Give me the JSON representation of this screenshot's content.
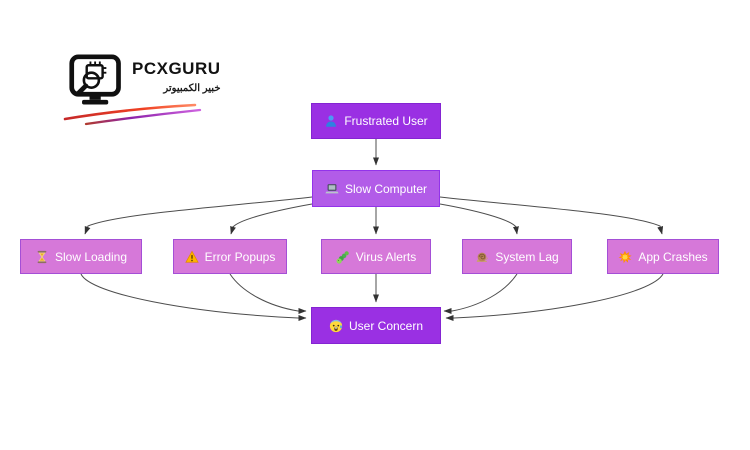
{
  "logo": {
    "brand": "PCXGURU",
    "tagline_ar": "خبير الكمبيوتر",
    "icon": "computer-monitor-chip-magnifier-icon",
    "swoosh_colors": [
      "#d93a2b",
      "#8e24aa"
    ]
  },
  "diagram": {
    "type": "flowchart",
    "direction": "top-down",
    "edge_color": "#4d4d4d",
    "node_colors": {
      "primary_fill": "#9a30e3",
      "primary_border": "#8424d2",
      "secondary_fill": "#b25ce8",
      "secondary_border": "#9333ea",
      "cause_fill": "#d678d9",
      "cause_border": "#a44fd6"
    },
    "nodes": [
      {
        "id": "frustrated-user",
        "label": "Frustrated User",
        "icon": "person-icon",
        "row": "top"
      },
      {
        "id": "slow-computer",
        "label": "Slow Computer",
        "icon": "laptop-icon",
        "row": "second"
      },
      {
        "id": "slow-loading",
        "label": "Slow Loading",
        "icon": "hourglass-icon",
        "row": "causes"
      },
      {
        "id": "error-popups",
        "label": "Error Popups",
        "icon": "warning-icon",
        "row": "causes"
      },
      {
        "id": "virus-alerts",
        "label": "Virus Alerts",
        "icon": "bug-icon",
        "row": "causes"
      },
      {
        "id": "system-lag",
        "label": "System Lag",
        "icon": "snail-icon",
        "row": "causes"
      },
      {
        "id": "app-crashes",
        "label": "App Crashes",
        "icon": "collision-icon",
        "row": "causes"
      },
      {
        "id": "user-concern",
        "label": "User Concern",
        "icon": "anxious-face-icon",
        "row": "bottom"
      }
    ],
    "edges": [
      {
        "from": "frustrated-user",
        "to": "slow-computer"
      },
      {
        "from": "slow-computer",
        "to": "slow-loading"
      },
      {
        "from": "slow-computer",
        "to": "error-popups"
      },
      {
        "from": "slow-computer",
        "to": "virus-alerts"
      },
      {
        "from": "slow-computer",
        "to": "system-lag"
      },
      {
        "from": "slow-computer",
        "to": "app-crashes"
      },
      {
        "from": "slow-loading",
        "to": "user-concern"
      },
      {
        "from": "error-popups",
        "to": "user-concern"
      },
      {
        "from": "virus-alerts",
        "to": "user-concern"
      },
      {
        "from": "system-lag",
        "to": "user-concern"
      },
      {
        "from": "app-crashes",
        "to": "user-concern"
      }
    ]
  }
}
